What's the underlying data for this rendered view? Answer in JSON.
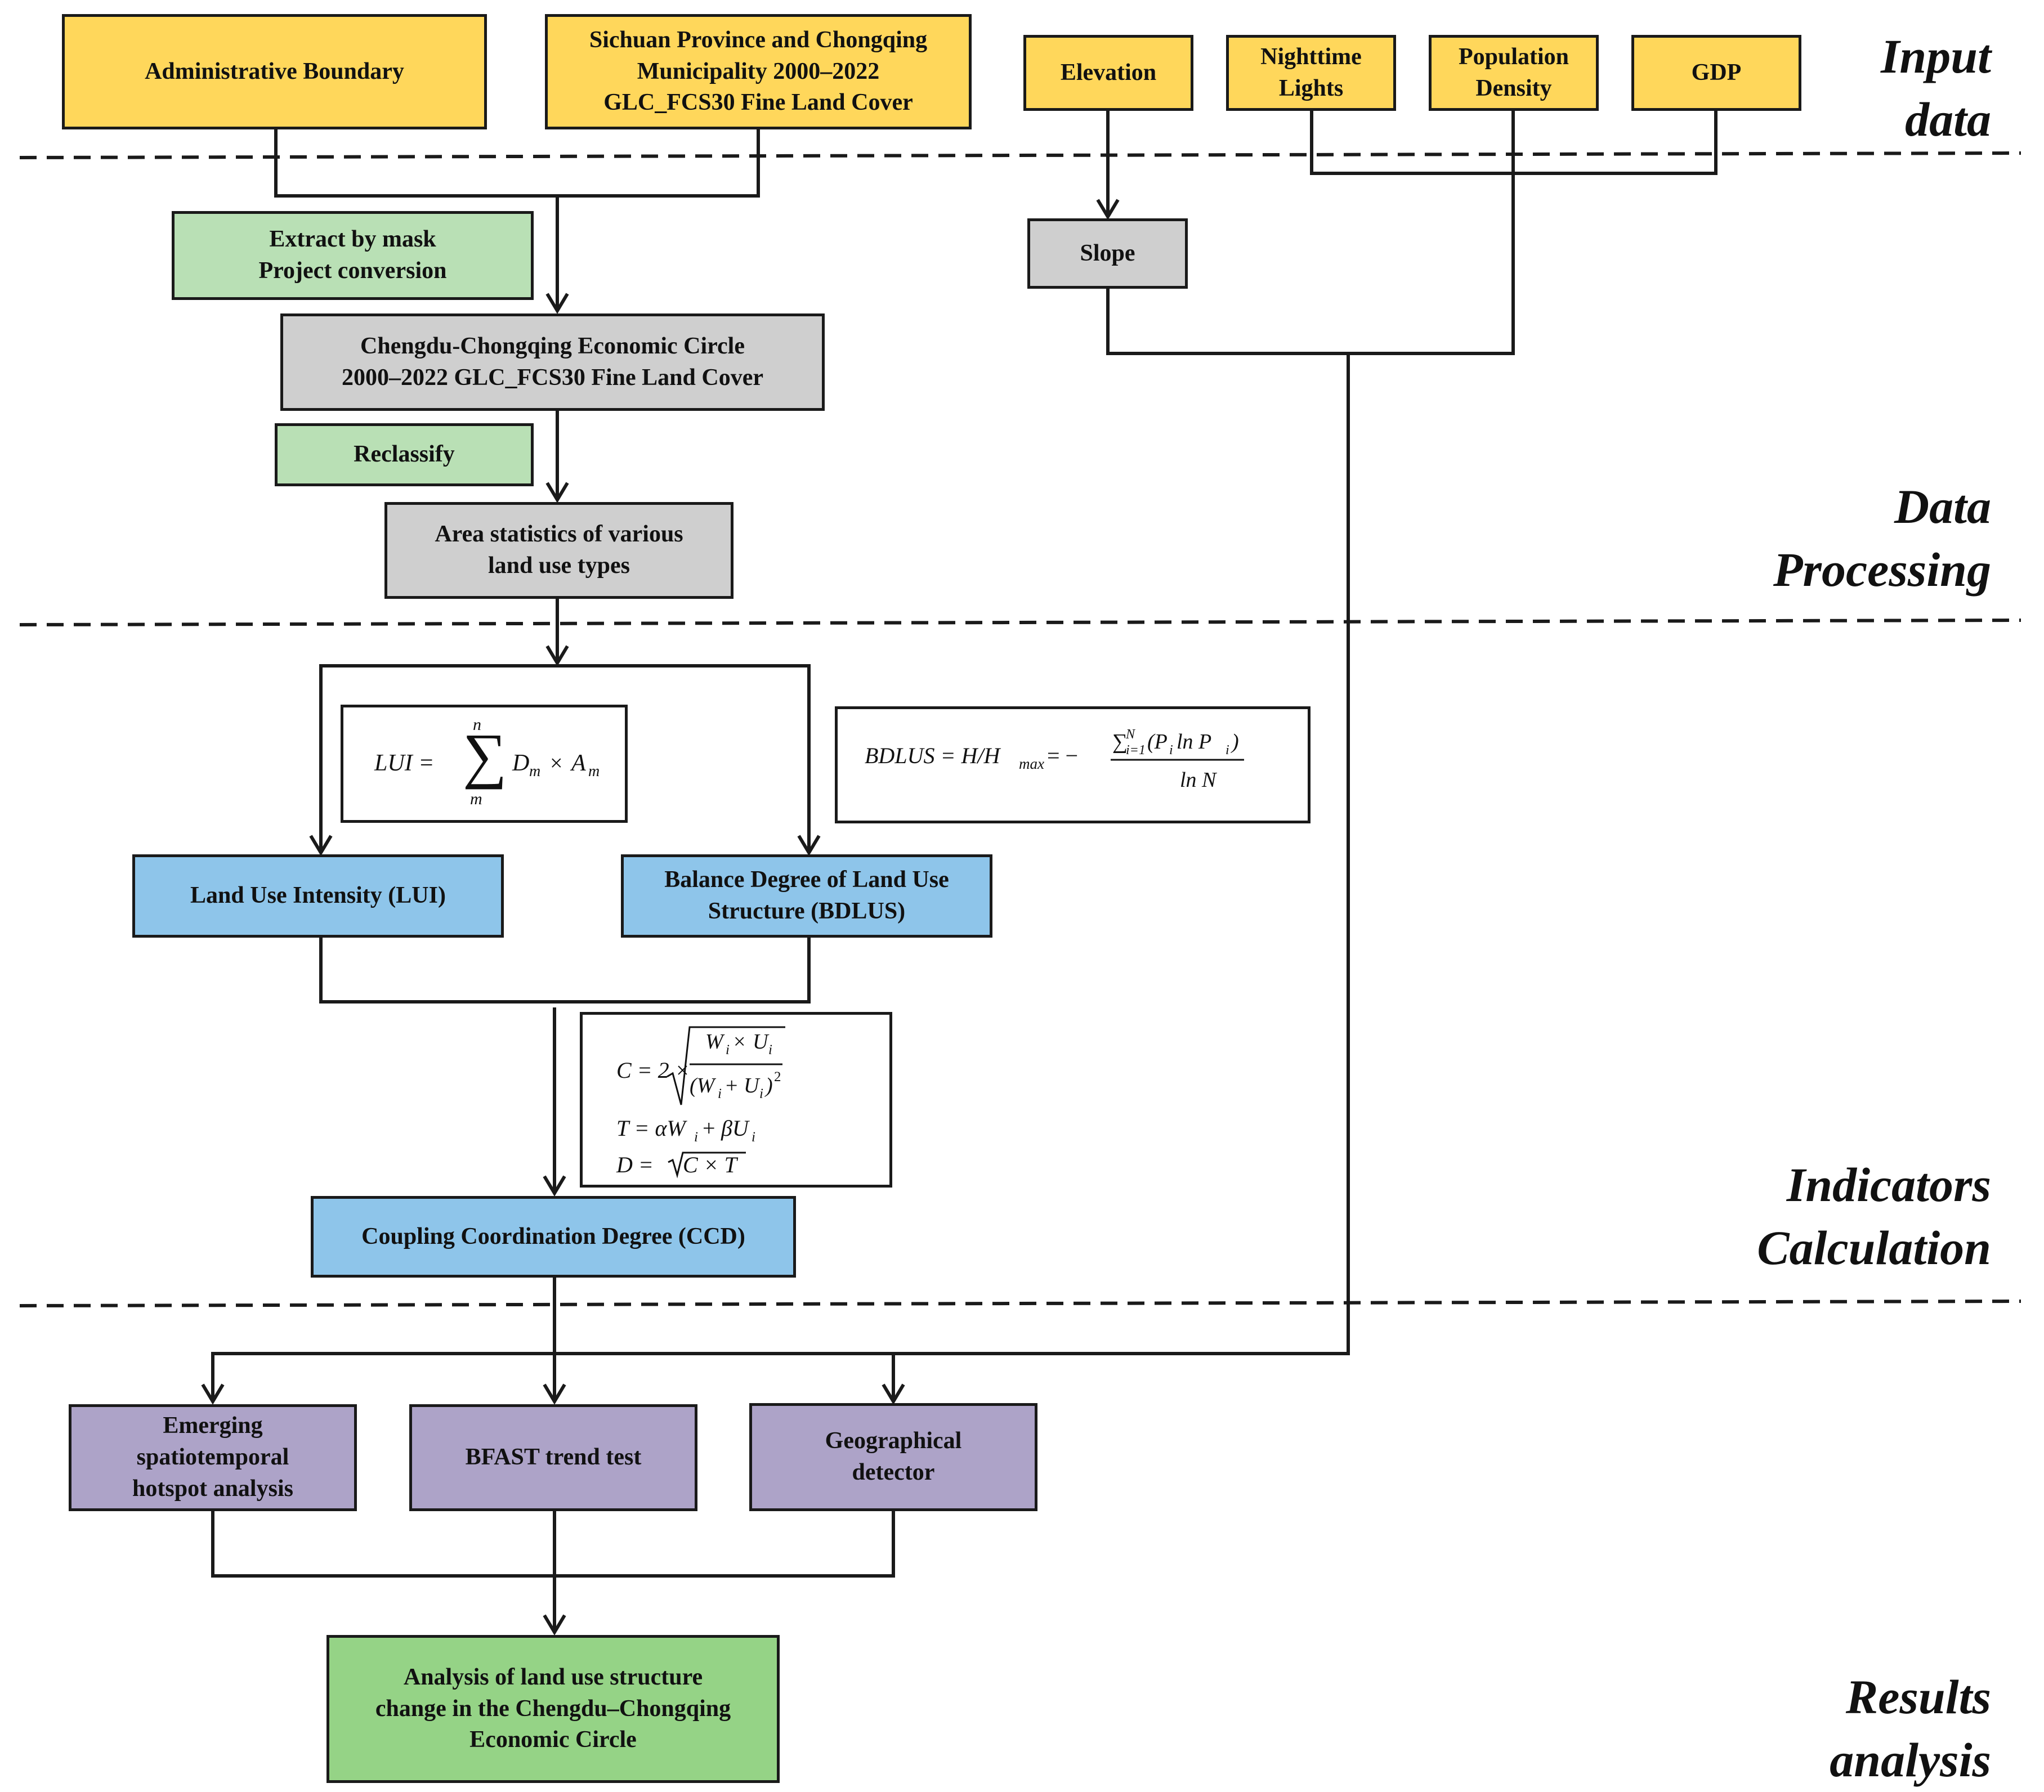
{
  "sections": {
    "input": [
      "Input",
      "data"
    ],
    "processing": [
      "Data",
      "Processing"
    ],
    "indicators": [
      "Indicators",
      "Calculation"
    ],
    "results": [
      "Results",
      "analysis"
    ]
  },
  "inputs": {
    "admin_boundary": [
      "Administrative Boundary"
    ],
    "land_cover": [
      "Sichuan Province and Chongqing",
      "Municipality 2000–2022",
      "GLC_FCS30 Fine Land Cover"
    ],
    "elevation": [
      "Elevation"
    ],
    "nighttime_lights": [
      "Nighttime",
      "Lights"
    ],
    "population_density": [
      "Population",
      "Density"
    ],
    "gdp": [
      "GDP"
    ]
  },
  "processing": {
    "extract": [
      "Extract by mask",
      "Project conversion"
    ],
    "ccec_land_cover": [
      "Chengdu-Chongqing Economic Circle",
      "2000–2022 GLC_FCS30 Fine Land Cover"
    ],
    "reclassify": [
      "Reclassify"
    ],
    "area_stats": [
      "Area statistics of various",
      "land use types"
    ],
    "slope": [
      "Slope"
    ]
  },
  "indicators": {
    "lui": [
      "Land Use Intensity (LUI)"
    ],
    "bdlus": [
      "Balance Degree of Land Use",
      "Structure (BDLUS)"
    ],
    "ccd": [
      "Coupling Coordination Degree (CCD)"
    ]
  },
  "formulas": {
    "lui": "LUI = Σ_m^n D_m × A_m",
    "bdlus": "BDLUS = H/H_max = −Σ_{i=1}^N (P_i ln P_i) / ln N",
    "ccd": [
      "C = 2 × √( W_i × U_i / (W_i + U_i)^2 )",
      "T = αW_i + βU_i",
      "D = √(C × T)"
    ]
  },
  "analysis": {
    "hotspot": [
      "Emerging",
      "spatiotemporal",
      "hotspot analysis"
    ],
    "bfast": [
      "BFAST trend test"
    ],
    "geodetector": [
      "Geographical",
      "detector"
    ],
    "final": [
      "Analysis of land use structure",
      "change in the Chengdu–Chongqing",
      "Economic Circle"
    ]
  },
  "colors": {
    "input": "#ffd75b",
    "tool": "#b9e0b5",
    "intermediate": "#cfcfcf",
    "indicator": "#8ec5ea",
    "method": "#ada3c8",
    "result": "#95d386"
  }
}
